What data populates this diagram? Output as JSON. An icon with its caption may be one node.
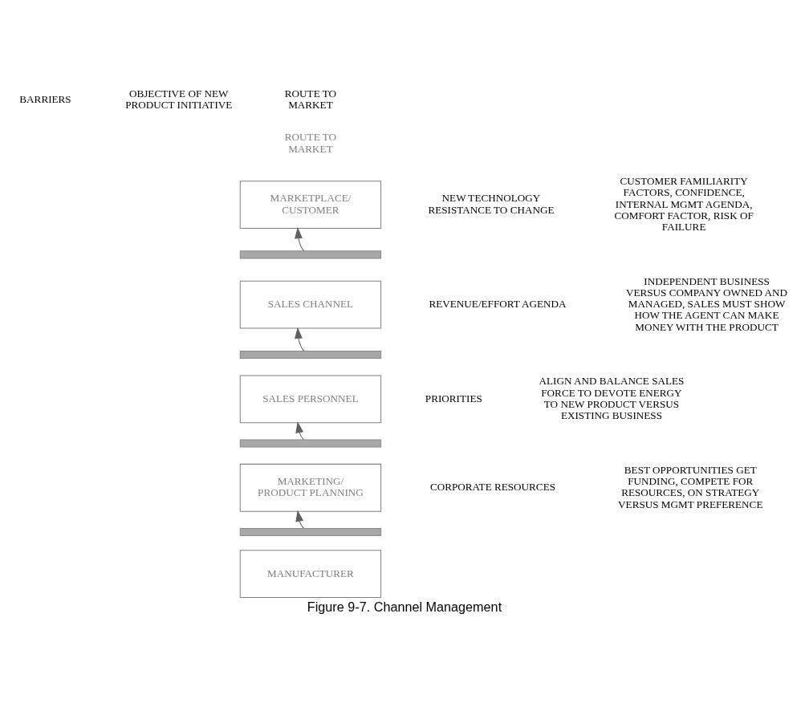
{
  "diagram": {
    "caption": "Figure 9-7. Channel Management",
    "nodes": [
      {
        "text": [
          "MARKETPLACE/ CUSTOMER"
        ]
      },
      {
        "text": [],
        "shape": "bar"
      },
      {
        "text": [
          "SALES CHANNEL"
        ]
      },
      {
        "text": [],
        "shape": "bar"
      },
      {
        "text": [
          "SALES PERSONNEL"
        ]
      },
      {
        "text": [],
        "shape": "bar"
      },
      {
        "text": [
          "MARKETING/ PRODUCT PLANNING"
        ]
      },
      {
        "text": [],
        "shape": "bar"
      },
      {
        "text": [
          "MANUFACTURER"
        ]
      }
    ],
    "edges": [
      {
        "from": 1,
        "to": 0,
        "arrow": "to"
      },
      {
        "from": 3,
        "to": 2,
        "arrow": "to"
      },
      {
        "from": 5,
        "to": 4,
        "arrow": "to"
      },
      {
        "from": 7,
        "to": 6,
        "arrow": "to"
      }
    ],
    "labels": [
      "ROUTE TO MARKET",
      "BARRIERS",
      "OBJECTIVE OF NEW PRODUCT INITIATIVE",
      "ROUTE TO MARKET",
      "NEW TECHNOLOGY RESISTANCE TO CHANGE",
      "CUSTOMER FAMILIARITY FACTORS, CONFIDENCE, INTERNAL MGMT AGENDA, COMFORT FACTOR, RISK OF FAILURE",
      "REVENUE/EFFORT AGENDA",
      "INDEPENDENT BUSINESS VERSUS COMPANY OWNED AND MANAGED, SALES MUST SHOW HOW THE AGENT CAN MAKE MONEY WITH THE PRODUCT",
      "PRIORITIES",
      "ALIGN AND BALANCE SALES FORCE TO DEVOTE ENERGY TO NEW PRODUCT VERSUS EXISTING BUSINESS",
      "CORPORATE RESOURCES",
      "BEST OPPORTUNITIES GET FUNDING, COMPETE FOR RESOURCES, ON STRATEGY VERSUS MGMT PREFERENCE"
    ]
  }
}
